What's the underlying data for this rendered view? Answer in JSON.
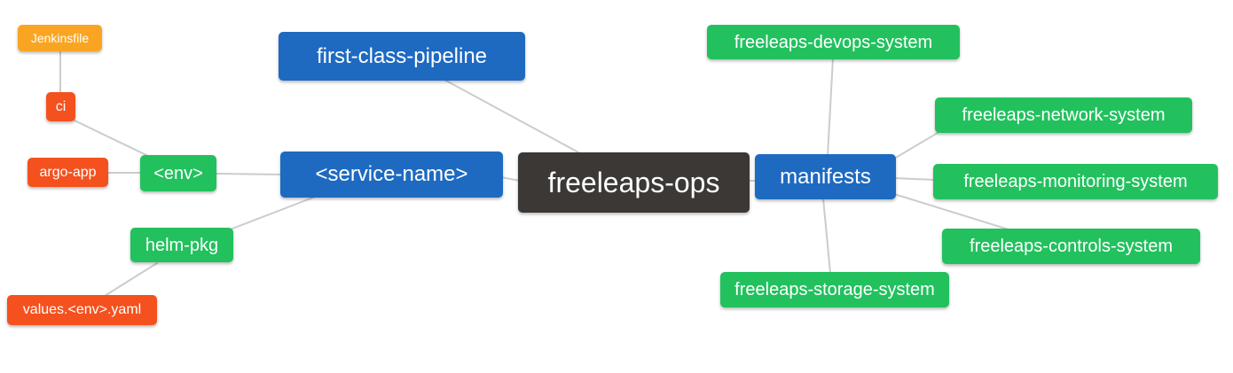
{
  "palette": {
    "blue": "#1e6ac1",
    "green": "#22c15e",
    "red": "#f4511e",
    "orange": "#f9a522",
    "dark": "#3b3835",
    "edge": "#cccccc",
    "text": "#ffffff",
    "background": "#ffffff"
  },
  "nodes": {
    "freeleaps_ops": {
      "label": "freeleaps-ops",
      "color": "dark"
    },
    "first_class_pipeline": {
      "label": "first-class-pipeline",
      "color": "blue"
    },
    "service_name": {
      "label": "<service-name>",
      "color": "blue"
    },
    "manifests": {
      "label": "manifests",
      "color": "blue"
    },
    "env": {
      "label": "<env>",
      "color": "green"
    },
    "helm_pkg": {
      "label": "helm-pkg",
      "color": "green"
    },
    "ci": {
      "label": "ci",
      "color": "red"
    },
    "argo_app": {
      "label": "argo-app",
      "color": "red"
    },
    "values_env_yaml": {
      "label": "values.<env>.yaml",
      "color": "red"
    },
    "jenkinsfile": {
      "label": "Jenkinsfile",
      "color": "orange"
    },
    "devops_system": {
      "label": "freeleaps-devops-system",
      "color": "green"
    },
    "network_system": {
      "label": "freeleaps-network-system",
      "color": "green"
    },
    "monitoring_system": {
      "label": "freeleaps-monitoring-system",
      "color": "green"
    },
    "controls_system": {
      "label": "freeleaps-controls-system",
      "color": "green"
    },
    "storage_system": {
      "label": "freeleaps-storage-system",
      "color": "green"
    }
  },
  "edges": [
    {
      "from": "freeleaps_ops",
      "to": "first_class_pipeline"
    },
    {
      "from": "freeleaps_ops",
      "to": "service_name"
    },
    {
      "from": "freeleaps_ops",
      "to": "manifests"
    },
    {
      "from": "service_name",
      "to": "env"
    },
    {
      "from": "service_name",
      "to": "helm_pkg"
    },
    {
      "from": "env",
      "to": "ci"
    },
    {
      "from": "env",
      "to": "argo_app"
    },
    {
      "from": "ci",
      "to": "jenkinsfile"
    },
    {
      "from": "helm_pkg",
      "to": "values_env_yaml"
    },
    {
      "from": "manifests",
      "to": "devops_system"
    },
    {
      "from": "manifests",
      "to": "network_system"
    },
    {
      "from": "manifests",
      "to": "monitoring_system"
    },
    {
      "from": "manifests",
      "to": "controls_system"
    },
    {
      "from": "manifests",
      "to": "storage_system"
    }
  ]
}
